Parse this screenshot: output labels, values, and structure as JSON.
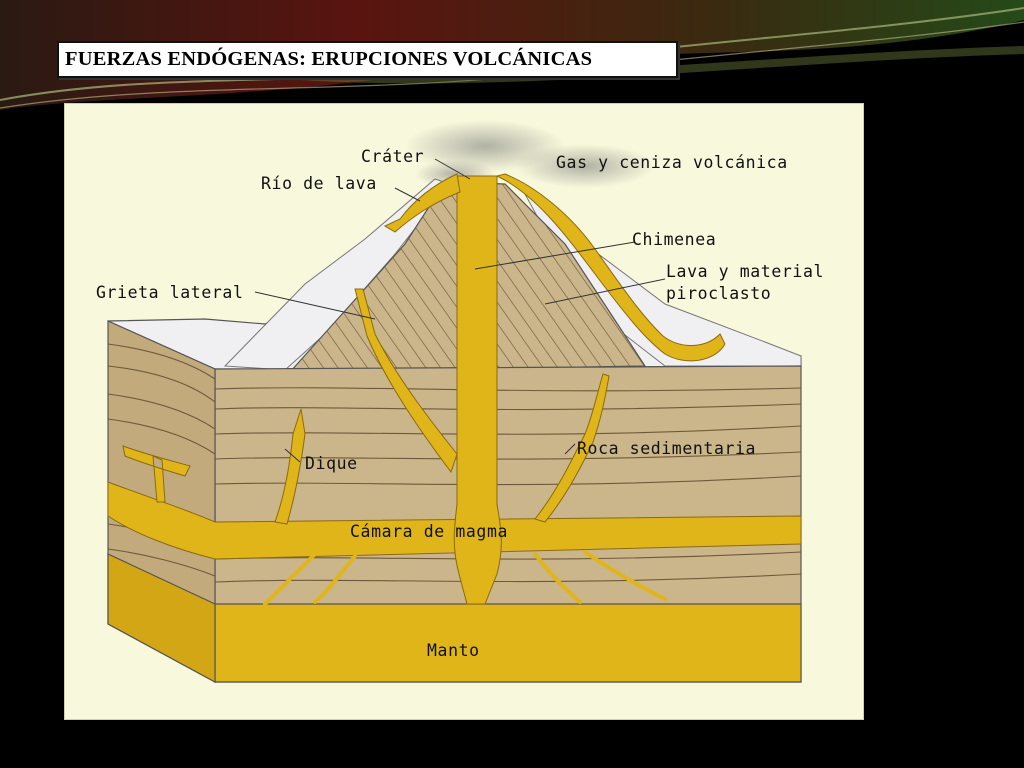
{
  "slide": {
    "title": "FUERZAS ENDÓGENAS: ERUPCIONES VOLCÁNICAS"
  },
  "diagram": {
    "labels": {
      "crater": "Cráter",
      "gas_ash": "Gas y ceniza volcánica",
      "lava_river": "Río de lava",
      "chimney": "Chimenea",
      "lava_material_line1": "Lava y material",
      "lava_material_line2": "piroclasto",
      "lateral_crack": "Grieta lateral",
      "dike": "Dique",
      "sedimentary_rock": "Roca sedimentaria",
      "magma_chamber": "Cámara de magma",
      "mantle": "Manto"
    },
    "colors": {
      "magma": "#e0b51a",
      "rock": "#cbb58a",
      "rock_dark": "#9c8660",
      "background": "#f8f8dc",
      "slide_bg": "#000000"
    }
  }
}
